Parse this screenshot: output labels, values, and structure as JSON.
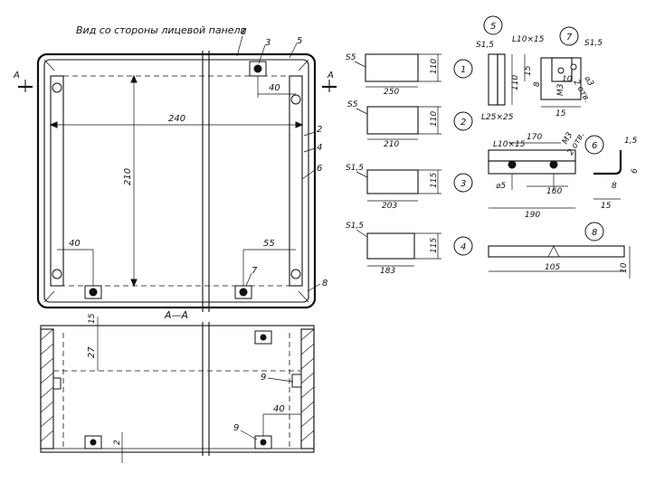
{
  "front_view": {
    "caption": "Вид со стороны лицевой панели",
    "callouts": {
      "c1": "1",
      "c3": "3",
      "c5": "5",
      "c2": "2",
      "c4": "4",
      "c6": "6",
      "c7": "7",
      "c8": "8"
    },
    "section_marker": "A",
    "dims": {
      "d40_top": "40",
      "d240": "240",
      "d210": "210",
      "d40_bottom": "40",
      "d55": "55"
    }
  },
  "section_view": {
    "title": "А—А",
    "dims": {
      "d15": "15",
      "d27": "27",
      "d40": "40",
      "d2": "2"
    },
    "callouts": {
      "c9a": "9",
      "c9b": "9"
    }
  },
  "parts": {
    "p1": {
      "number": "1",
      "material": "S5",
      "width": "250",
      "height": "110"
    },
    "p2": {
      "number": "2",
      "material": "S5",
      "width": "210",
      "height": "110"
    },
    "p3": {
      "number": "3",
      "material": "S1,5",
      "width": "203",
      "height": "115"
    },
    "p4": {
      "number": "4",
      "material": "S1,5",
      "width": "183",
      "height": "115"
    },
    "p5": {
      "number": "5",
      "material": "S1,5",
      "height": "110",
      "depth": "15",
      "profile": "L25×25"
    },
    "p7": {
      "number": "7",
      "material": "S1,5",
      "profile": "L10×15",
      "d10": "10",
      "d8": "8",
      "d15": "15",
      "thread": "M3",
      "hole": "⌀3",
      "holes_count": "2 отв."
    },
    "p6": {
      "number": "6",
      "profile": "L10×15",
      "d170": "170",
      "d160": "160",
      "d190": "190",
      "hole": "⌀5",
      "thread": "M3",
      "holes_count": "2 отв.",
      "d15": "1,5",
      "d6": "6",
      "d8": "8",
      "d15b": "15"
    },
    "p8": {
      "number": "8",
      "width": "105",
      "height": "10"
    }
  }
}
